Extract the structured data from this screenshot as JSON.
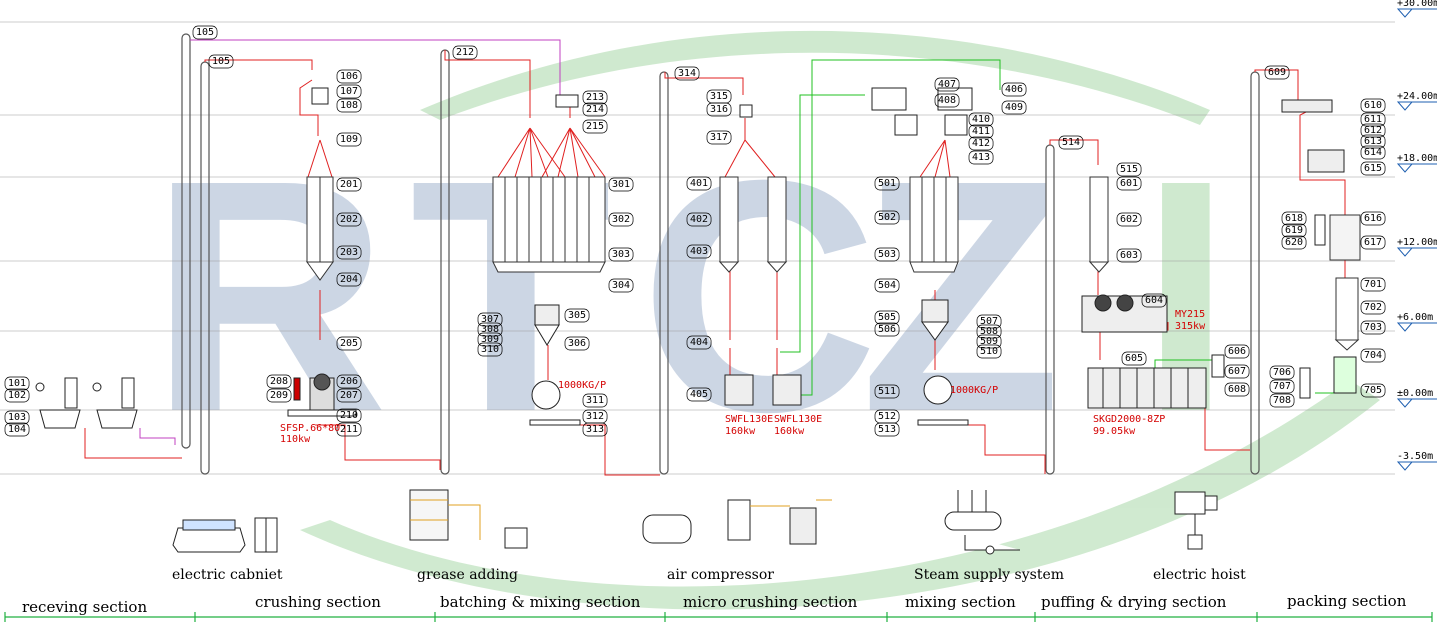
{
  "levels": [
    "+30.00m",
    "+24.00m",
    "+18.00m",
    "+12.00m",
    "+6.00m",
    "±0.00m",
    "-3.50m"
  ],
  "tags": {
    "s1": [
      "101",
      "102",
      "103",
      "104"
    ],
    "s2_top": [
      "105",
      "105"
    ],
    "s2": [
      "106",
      "107",
      "108",
      "109",
      "201",
      "202",
      "203",
      "204",
      "205",
      "206",
      "207",
      "208",
      "209",
      "210",
      "211"
    ],
    "s3": [
      "212",
      "213",
      "214",
      "215",
      "301",
      "302",
      "303",
      "304",
      "305",
      "306",
      "307",
      "308",
      "309",
      "310",
      "311",
      "312",
      "313"
    ],
    "s4": [
      "314",
      "315",
      "316",
      "317",
      "401",
      "402",
      "403",
      "404",
      "405"
    ],
    "s5": [
      "406",
      "407",
      "408",
      "409",
      "410",
      "411",
      "412",
      "413",
      "501",
      "502",
      "503",
      "504",
      "505",
      "506",
      "507",
      "508",
      "509",
      "510",
      "511",
      "512",
      "513"
    ],
    "s6": [
      "514",
      "515",
      "601",
      "602",
      "603",
      "604",
      "605",
      "606",
      "607",
      "608"
    ],
    "s7": [
      "609",
      "610",
      "611",
      "612",
      "613",
      "614",
      "615",
      "616",
      "617",
      "618",
      "619",
      "620",
      "701",
      "702",
      "703",
      "704",
      "705",
      "706",
      "707",
      "708"
    ]
  },
  "labels": {
    "crusher": "SFSP.66*80",
    "crusher_kw": "110kw",
    "mixer1": "1000KG/P",
    "mill1": "SWFL130E",
    "mill1_kw": "160kw",
    "mill2": "SWFL130E",
    "mill2_kw": "160kw",
    "mixer2": "1000KG/P",
    "extruder": "MY215",
    "extruder_kw": "315kw",
    "dryer": "SKGD2000-8ZP",
    "dryer_kw": "99.05kw"
  },
  "aux": [
    {
      "name": "electric cabniet"
    },
    {
      "name": "grease adding"
    },
    {
      "name": "air compressor"
    },
    {
      "name": "Steam supply system"
    },
    {
      "name": "electric hoist"
    }
  ],
  "sections": [
    "receving section",
    "crushing section",
    "batching & mixing section",
    "micro crushing section",
    "mixing section",
    "puffing & drying section",
    "packing section"
  ],
  "colors": {
    "flow": "#e02020",
    "air": "#c040c0",
    "steam": "#20c020",
    "watermark_blue": "#1e4a8a",
    "watermark_green": "#2aa02a"
  }
}
